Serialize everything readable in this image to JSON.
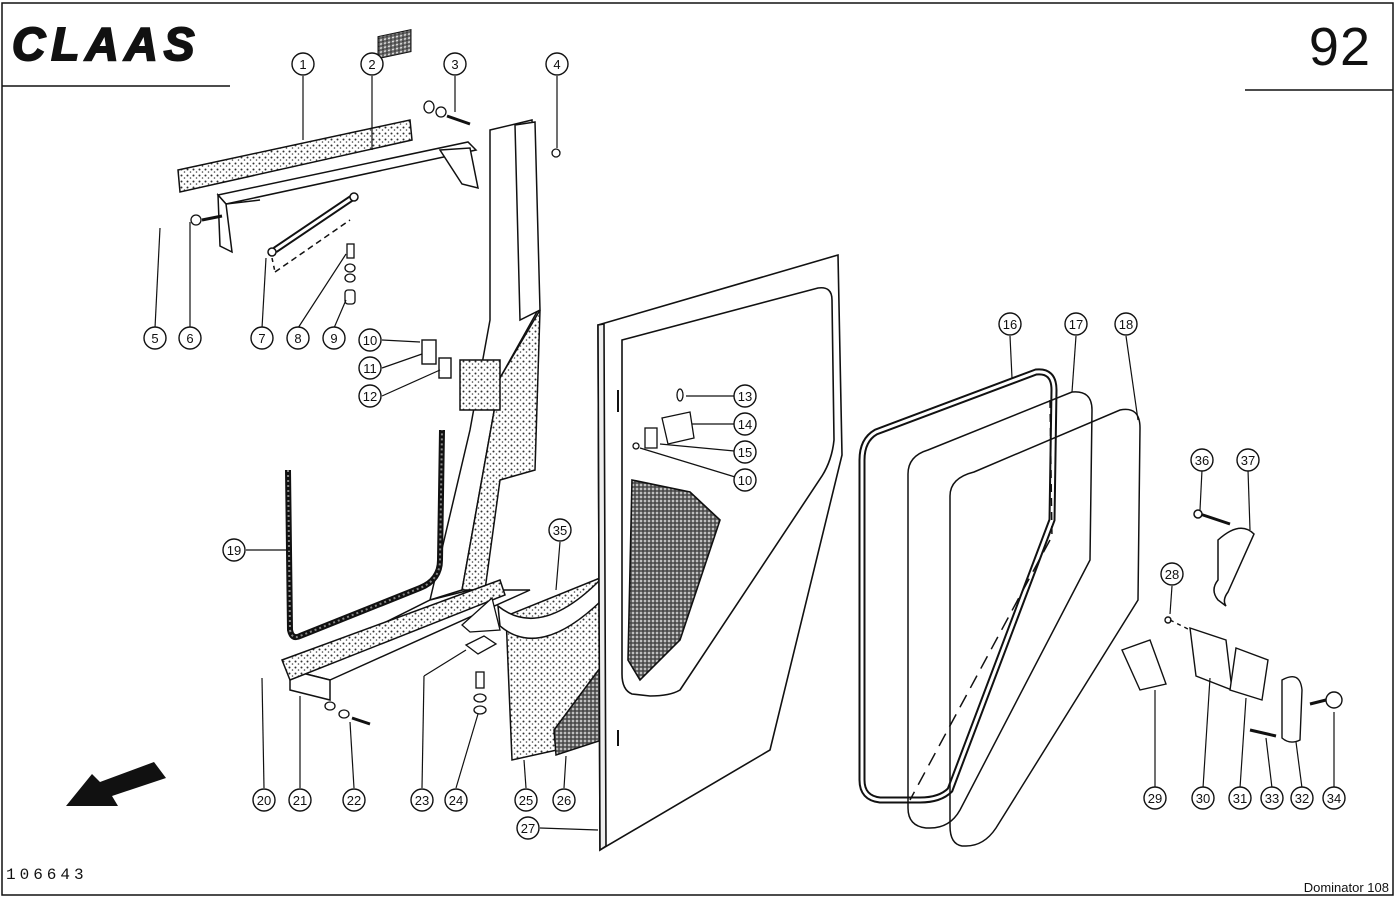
{
  "header": {
    "brand": "CLAAS",
    "page_number": "92"
  },
  "footer": {
    "drawing_number": "106643",
    "model": "Dominator 108"
  },
  "callouts": [
    "1",
    "2",
    "3",
    "4",
    "5",
    "6",
    "7",
    "8",
    "9",
    "10",
    "11",
    "12",
    "13",
    "14",
    "15",
    "10",
    "16",
    "17",
    "18",
    "19",
    "20",
    "21",
    "22",
    "23",
    "24",
    "25",
    "26",
    "27",
    "28",
    "29",
    "30",
    "31",
    "32",
    "33",
    "34",
    "35",
    "36",
    "37"
  ],
  "colors": {
    "ink": "#111111",
    "paper": "#ffffff",
    "hatch": "#555555"
  }
}
